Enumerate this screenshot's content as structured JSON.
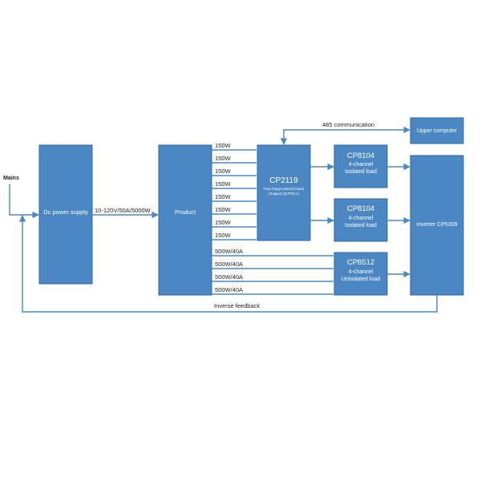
{
  "nodes": {
    "mains": "Mains",
    "dc_power_supply": "Dc power supply",
    "product": "Product",
    "cp2119": {
      "title": "CP2119",
      "sub1": "Fast charge protocol board",
      "sub2": "(Support QC/PD3.1)"
    },
    "cp8104_a": {
      "title": "CP8104",
      "line1": "4-channel",
      "line2": "Isolated load"
    },
    "cp8104_b": {
      "title": "CP8104",
      "line1": "4-channel",
      "line2": "Isolated load"
    },
    "cp8512": {
      "title": "CP8512",
      "line1": "4-channel",
      "line2": "Unisolated load"
    },
    "upper_computer": "Upper computer",
    "inverter": "Inverter CP5309"
  },
  "edges": {
    "supply_rating": "10-120V/50A/5000W",
    "communication": "485 communication",
    "inverse_feedback": "Inverse feedback",
    "product_to_cp2119": [
      "150W",
      "150W",
      "150W",
      "150W",
      "150W",
      "150W",
      "150W",
      "150W"
    ],
    "product_to_cp8512": [
      "500W/40A",
      "500W/40A",
      "500W/40A",
      "500W/40A"
    ]
  },
  "colors": {
    "box_fill": "#4b87c2",
    "box_stroke": "#2f6aa3",
    "wire": "#4b87c2",
    "text_on_box": "#ffffff",
    "text": "#222222"
  }
}
